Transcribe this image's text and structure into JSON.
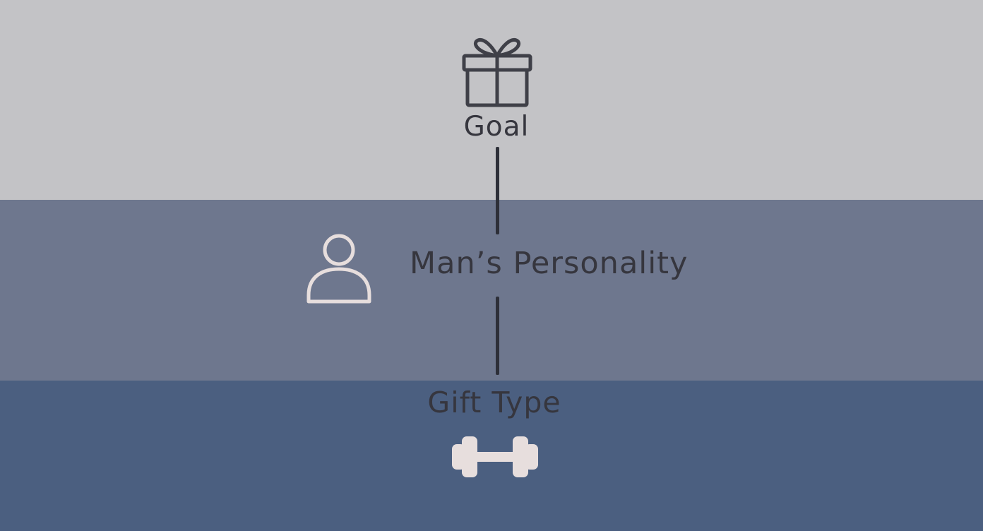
{
  "diagram": {
    "nodes": [
      {
        "label": "Goal",
        "icon": "gift-icon"
      },
      {
        "label": "Man’s Personality",
        "icon": "person-icon"
      },
      {
        "label": "Gift Type",
        "icon": "dumbbell-icon"
      }
    ],
    "connections": [
      {
        "from": "Goal",
        "to": "Man’s Personality"
      },
      {
        "from": "Man’s Personality",
        "to": "Gift Type"
      }
    ]
  },
  "colors": {
    "band_top": "#c3c3c6",
    "band_middle": "#6e778e",
    "band_bottom": "#4b5f80",
    "text": "#36363e",
    "line": "#2d2f38",
    "icon_light": "#e7dedd"
  }
}
